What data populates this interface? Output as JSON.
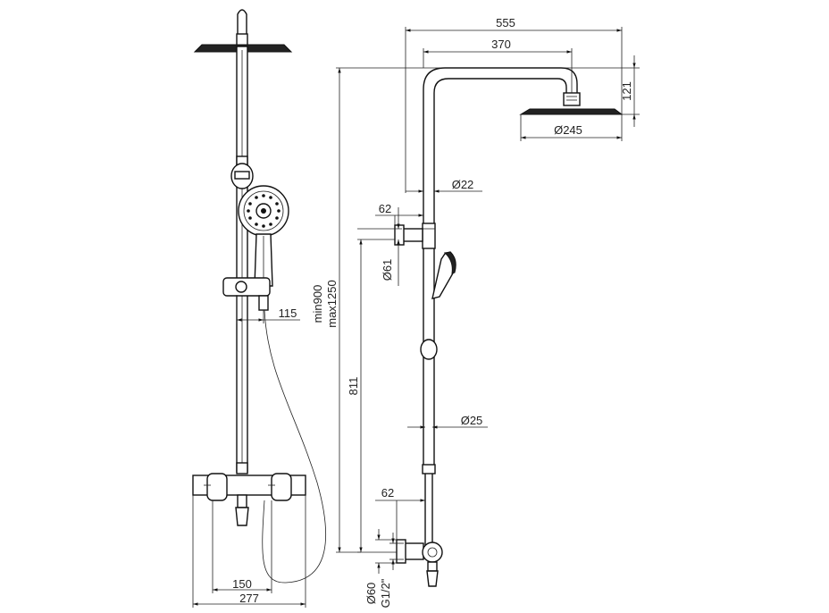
{
  "dimensions": {
    "d555": "555",
    "d370": "370",
    "d121": "121",
    "d245": "Ø245",
    "d22": "Ø22",
    "d62_top": "62",
    "d61": "Ø61",
    "d25": "Ø25",
    "d62_bottom": "62",
    "d60": "Ø60",
    "g12": "G1/2\"",
    "d811": "811",
    "min900": "min900",
    "max1250": "max1250",
    "d115": "115",
    "d150": "150",
    "d277": "277"
  }
}
